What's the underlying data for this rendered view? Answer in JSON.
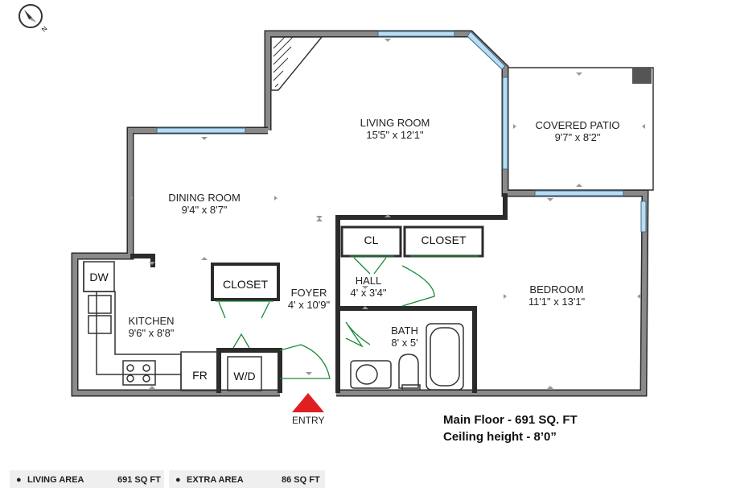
{
  "rooms": {
    "living_room": {
      "name": "LIVING ROOM",
      "dims": "15'5\" x 12'1\""
    },
    "covered_patio": {
      "name": "COVERED PATIO",
      "dims": "9'7\" x 8'2\""
    },
    "dining_room": {
      "name": "DINING ROOM",
      "dims": "9'4\" x 8'7\""
    },
    "kitchen": {
      "name": "KITCHEN",
      "dims": "9'6\" x 8'8\""
    },
    "foyer": {
      "name": "FOYER",
      "dims": "4' x 10'9\""
    },
    "hall": {
      "name": "HALL",
      "dims": "4' x 3'4\""
    },
    "bath": {
      "name": "BATH",
      "dims": "8' x 5'"
    },
    "bedroom": {
      "name": "BEDROOM",
      "dims": "11'1\" x 13'1\""
    }
  },
  "fixtures": {
    "dw": "DW",
    "fr": "FR",
    "wd": "W/D",
    "closet_foyer": "CLOSET",
    "cl_hall": "CL",
    "closet_bedroom": "CLOSET"
  },
  "entry_label": "ENTRY",
  "summary": {
    "line1": "Main Floor - 691 SQ. FT",
    "line2": "Ceiling height - 8’0”"
  },
  "footer": {
    "living_label": "LIVING AREA",
    "living_value": "691 SQ FT",
    "extra_label": "EXTRA AREA",
    "extra_value": "86 SQ FT"
  },
  "colors": {
    "wall": "#8a8a8a",
    "wall_edge": "#2b2b2b",
    "window": "#b9dcf2",
    "door_swing": "#1a8a3a",
    "entry_arrow": "#e02020"
  },
  "icons": {
    "compass": "compass-icon",
    "entry": "entry-arrow-icon"
  }
}
